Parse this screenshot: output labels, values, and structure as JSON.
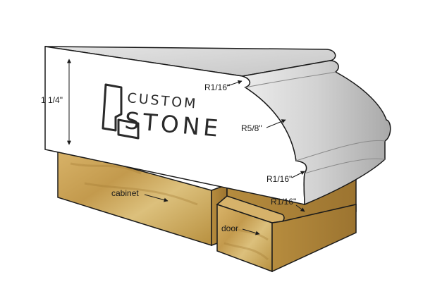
{
  "diagram": {
    "labels": {
      "height": "1 1/4\"",
      "radius_top": "R1/16\"",
      "radius_large": "R5/8\"",
      "radius_mid": "R1/16\"",
      "radius_bottom": "R1/16\"",
      "cabinet": "cabinet",
      "door": "door"
    },
    "logo": {
      "line1": "CUSTOM",
      "line2": "STONE"
    },
    "colors": {
      "stone_front": "#ffffff",
      "stone_top": "#d9d9d9",
      "stone_profile": "#bfbfbf",
      "wood": "#c9a35a",
      "wood_dark": "#8f6b2c",
      "outline": "#1a1a1a"
    }
  }
}
